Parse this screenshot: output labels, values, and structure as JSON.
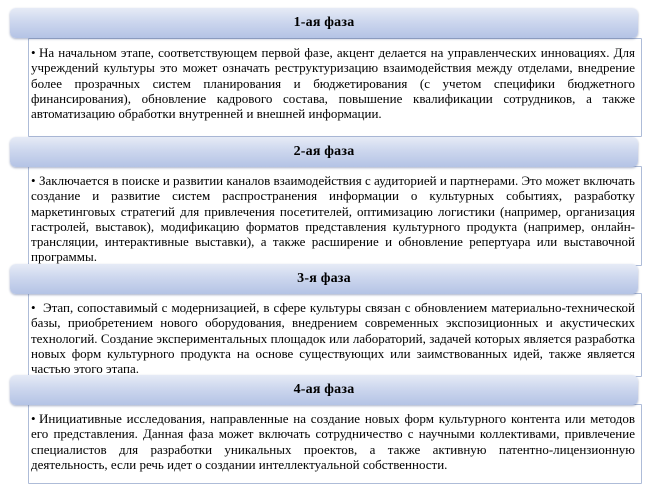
{
  "phases": [
    {
      "title": "1-ая фаза",
      "text": "На начальном этапе, соответствующем первой фазе, акцент делается на управленческих инновациях. Для учреждений культуры это может означать реструктуризацию взаимодействия между отделами, внедрение более прозрачных систем планирования и бюджетирования (с учетом специфики бюджетного финансирования), обновление кадрового состава, повышение квалификации сотрудников, а также автоматизацию обработки внутренней и внешней информации."
    },
    {
      "title": "2-ая фаза",
      "text": "Заключается в поиске и развитии каналов взаимодействия с аудиторией и партнерами. Это может включать создание и развитие систем распространения информации о культурных событиях, разработку маркетинговых стратегий для привлечения посетителей, оптимизацию логистики (например, организация гастролей, выставок), модификацию форматов представления культурного продукта (например, онлайн-трансляции, интерактивные выставки), а также расширение и обновление репертуара или выставочной программы."
    },
    {
      "title": "3-я фаза",
      "text": " Этап, сопоставимый с модернизацией, в сфере культуры связан с обновлением материально-технической базы, приобретением нового оборудования, внедрением современных экспозиционных и акустических технологий. Создание экспериментальных площадок или лабораторий, задачей которых является разработка новых форм культурного продукта на основе существующих или заимствованных идей, также является частью этого этапа."
    },
    {
      "title": "4-ая фаза",
      "text": "Инициативные исследования, направленные на создание новых форм культурного контента или методов его представления. Данная фаза может включать сотрудничество с научными коллективами, привлечение специалистов для разработки уникальных проектов, а также активную патентно-лицензионную деятельность, если речь идет о создании интеллектуальной собственности."
    }
  ],
  "bullet_glyph": "•"
}
